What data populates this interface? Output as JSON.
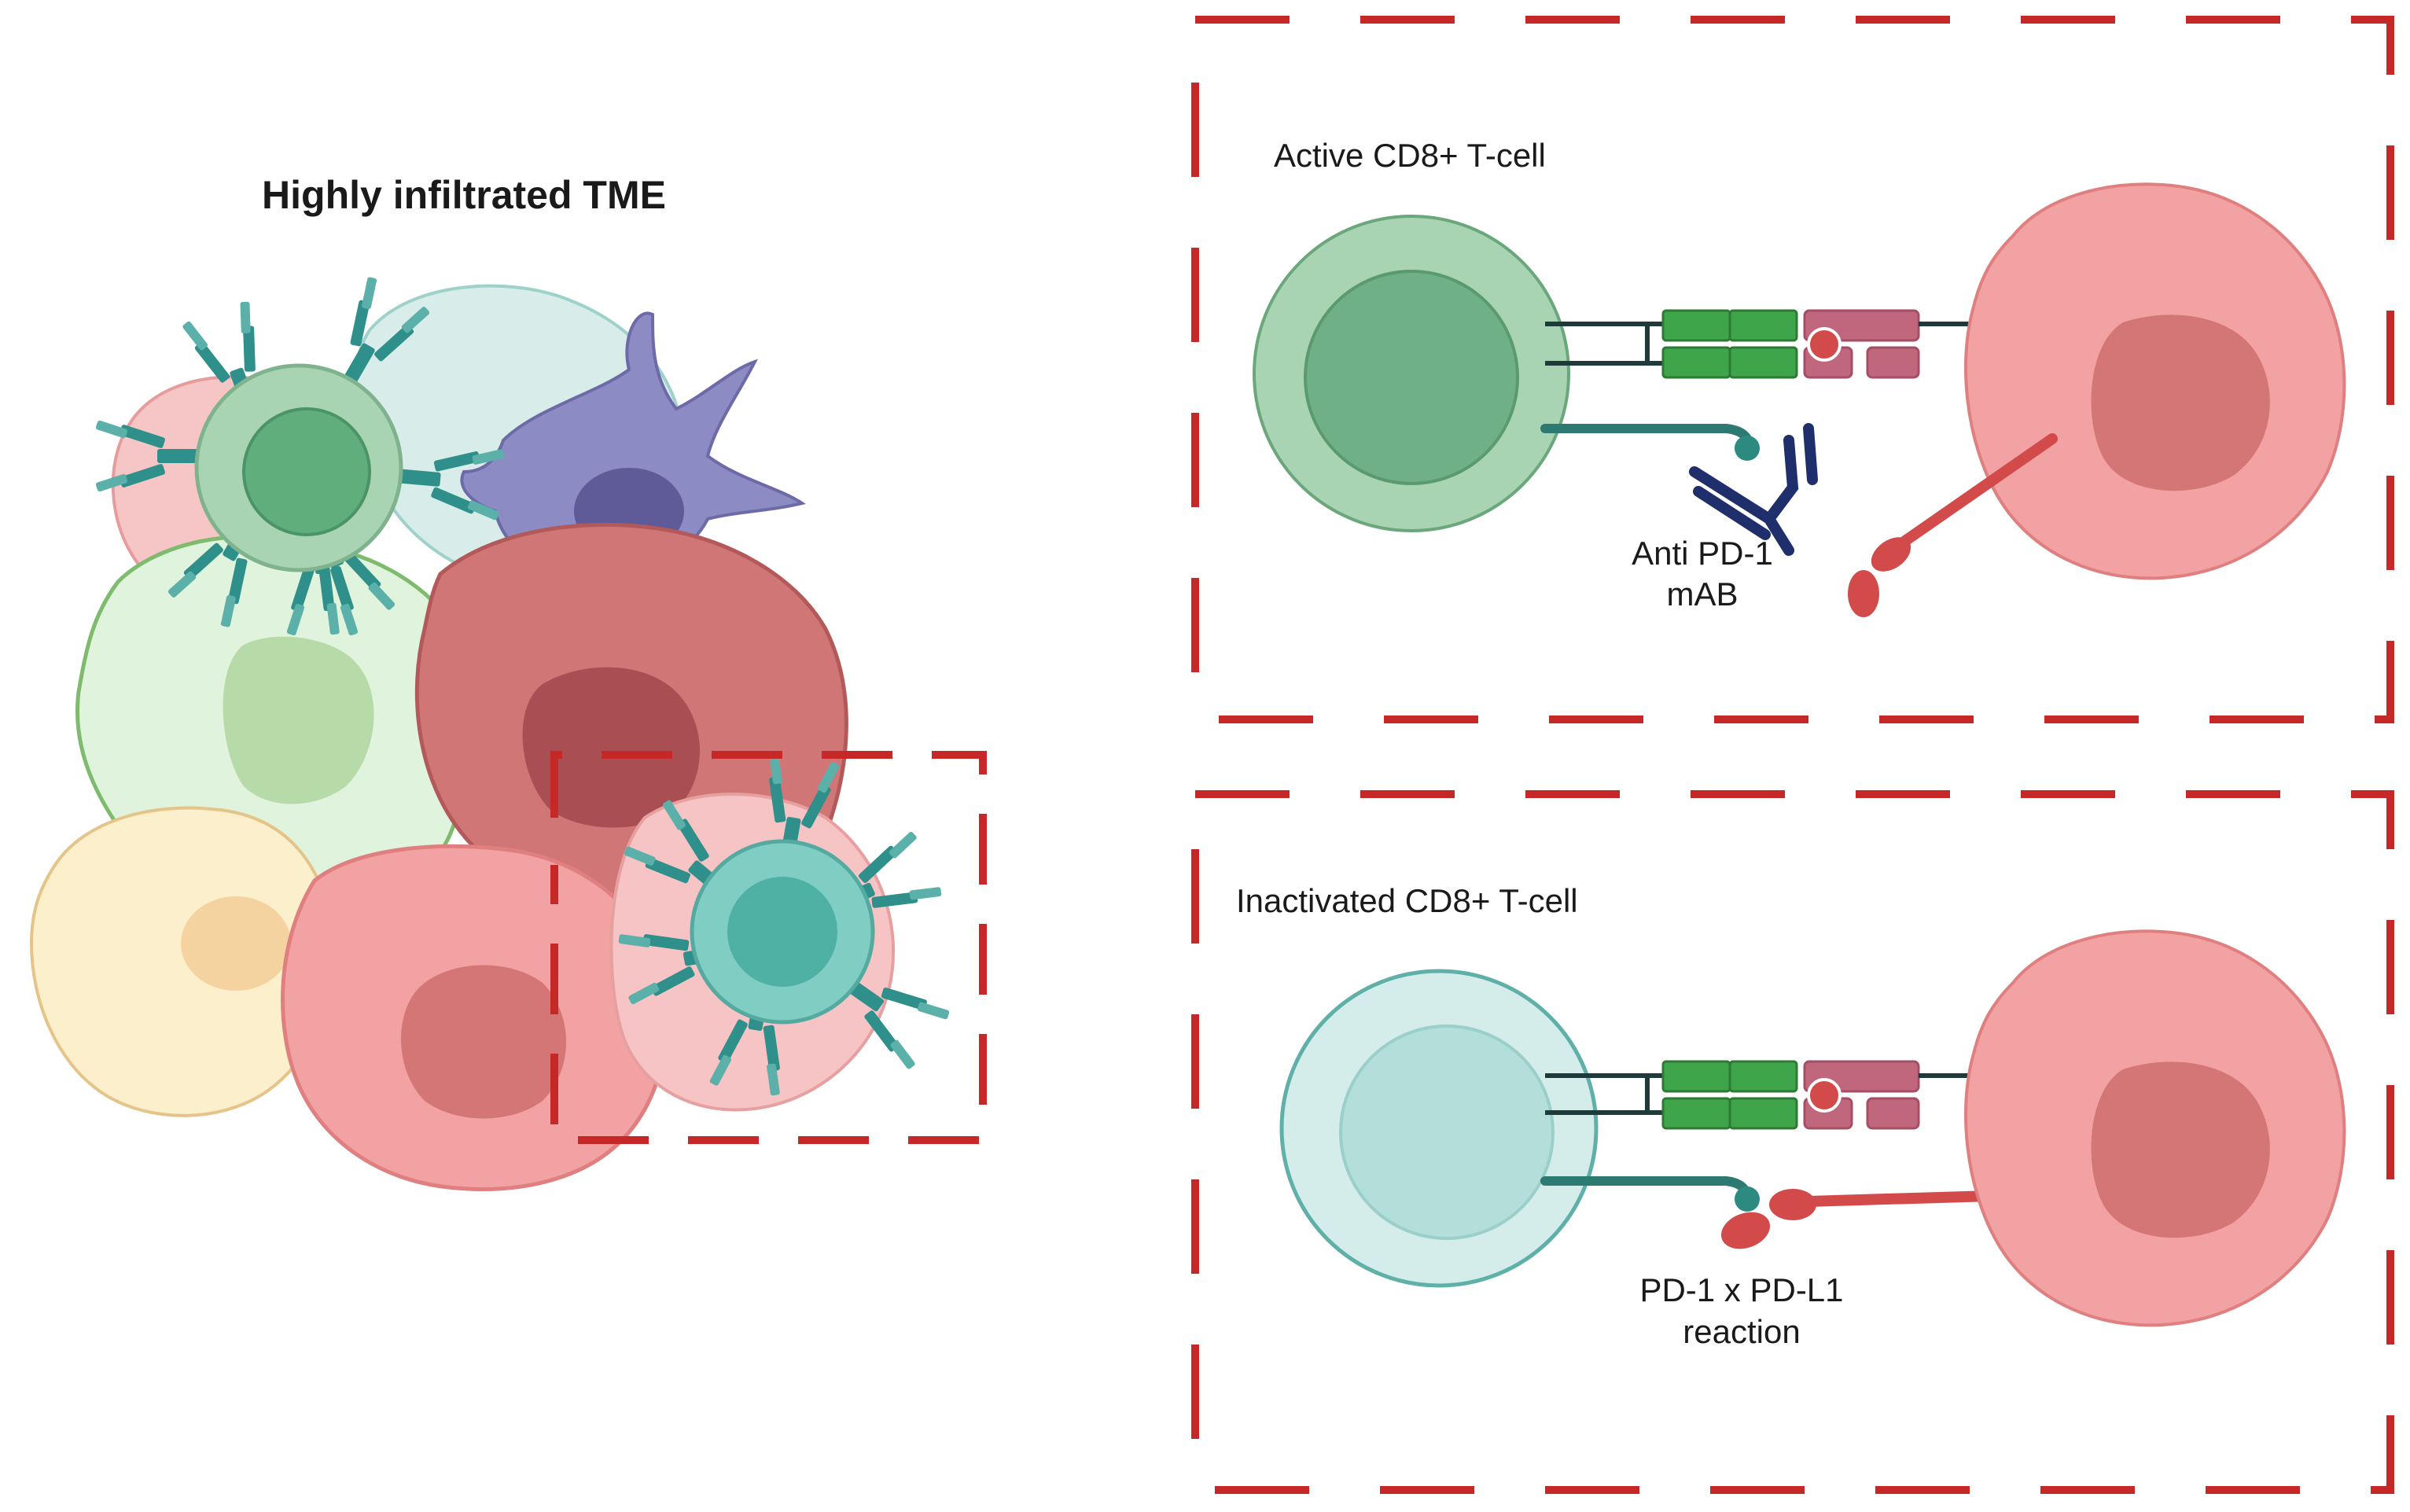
{
  "left_panel": {
    "title": "Highly infiltrated TME"
  },
  "top_panel": {
    "cell_label": "Active CD8+ T-cell",
    "drug_label_line1": "Anti PD-1",
    "drug_label_line2": "mAB"
  },
  "bottom_panel": {
    "cell_label": "Inactivated CD8+ T-cell",
    "reaction_label_line1": "PD-1 x PD-L1",
    "reaction_label_line2": "reaction"
  },
  "colors": {
    "dashed_box": "#c62828",
    "active_tcell": "#a9d4b4",
    "inactive_tcell": "#d4ecea",
    "tumor_cell": "#f2a2a2",
    "tumor_nucleus": "#d57676",
    "antibody": "#1f2f6b",
    "pd1_receptor": "#2d7a72",
    "pdl1_ligand": "#d24a4a",
    "tcr_green": "#3fa54a",
    "mhc_pink": "#c0667d"
  }
}
